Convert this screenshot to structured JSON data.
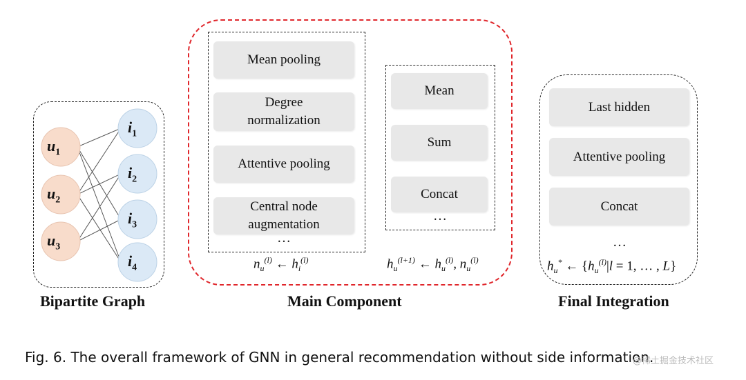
{
  "bipartite": {
    "title": "Bipartite Graph",
    "users": [
      "u1",
      "u2",
      "u3"
    ],
    "items": [
      "i1",
      "i2",
      "i3",
      "i4"
    ],
    "user_color": "#f8dccb",
    "item_color": "#dbe9f6"
  },
  "main": {
    "title": "Main Component",
    "aggregation_boxes": [
      "Mean pooling",
      "Degree normalization",
      "Attentive pooling",
      "Central node augmentation"
    ],
    "update_boxes": [
      "Mean",
      "Sum",
      "Concat"
    ],
    "ellipsis": "…",
    "border_color": "#e0262b"
  },
  "final": {
    "title": "Final Integration",
    "boxes": [
      "Last hidden",
      "Attentive pooling",
      "Concat"
    ],
    "ellipsis": "…"
  },
  "caption": "Fig. 6.  The overall framework of GNN in general recommendation without side information.",
  "watermark": "@稀土掘金技术社区"
}
